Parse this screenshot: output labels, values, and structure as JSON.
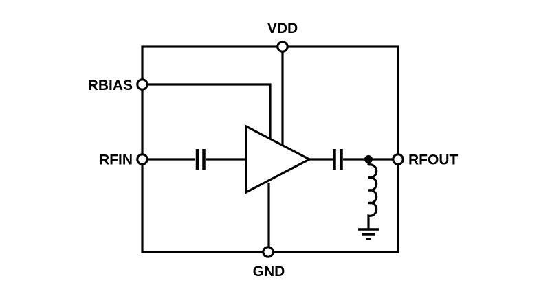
{
  "diagram": {
    "type": "circuit-schematic",
    "description": "RF amplifier functional block diagram with boundary box, amplifier triangle, DC-blocking capacitors, shunt inductor to ground",
    "pins": {
      "vdd": {
        "label": "VDD",
        "position": "top"
      },
      "rbias": {
        "label": "RBIAS",
        "position": "left-upper"
      },
      "rfin": {
        "label": "RFIN",
        "position": "left-middle"
      },
      "rfout": {
        "label": "RFOUT",
        "position": "right-middle"
      },
      "gnd": {
        "label": "GND",
        "position": "bottom"
      }
    },
    "components": {
      "amplifier": "gain-stage-triangle",
      "input_capacitor": "dc-blocking-capacitor",
      "output_capacitor": "dc-blocking-capacitor",
      "inductor": "shunt-inductor-to-ground",
      "ground": "earth-ground-symbol"
    },
    "colors": {
      "line": "#000000",
      "background": "#ffffff"
    }
  }
}
